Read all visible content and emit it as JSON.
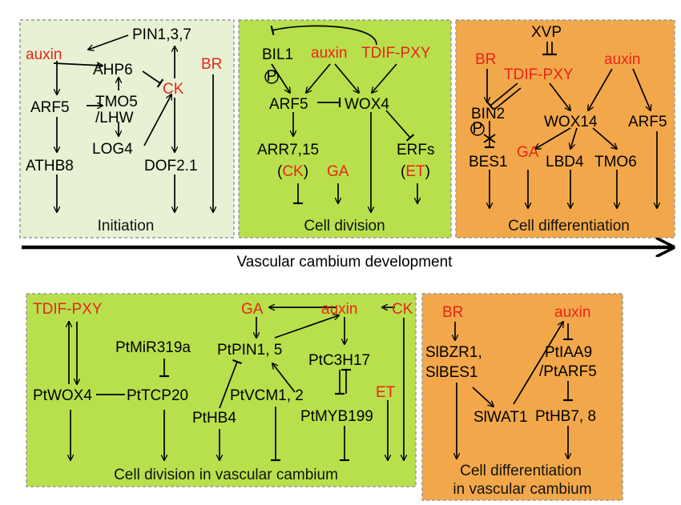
{
  "colors": {
    "panel_light_green": "#e6f2d3",
    "panel_green": "#b8e04c",
    "panel_orange": "#f2a84a",
    "red_label": "#e8241c",
    "border_dash": "#9a9a9a"
  },
  "timeline": {
    "label": "Vascular cambium development"
  },
  "panels": {
    "initiation": {
      "caption": "Initiation",
      "nodes": {
        "pin": "PIN1,3,7",
        "auxin": "auxin",
        "ahp6": "AHP6",
        "ck": "CK",
        "br": "BR",
        "arf5": "ARF5",
        "tmo5": "TMO5",
        "lhw": "/LHW",
        "log4": "LOG4",
        "athb8": "ATHB8",
        "dof": "DOF2.1"
      }
    },
    "cell_division": {
      "caption": "Cell division",
      "nodes": {
        "bil1": "BIL1",
        "p": "P",
        "auxin": "auxin",
        "tdif": "TDIF-PXY",
        "arf5": "ARF5",
        "wox4": "WOX4",
        "arr": "ARR7,15",
        "ck_open": "(",
        "ck": "CK",
        "ck_close": ")",
        "ga": "GA",
        "erfs": "ERFs",
        "et_open": "(",
        "et": "ET",
        "et_close": ")"
      }
    },
    "cell_differentiation": {
      "caption": "Cell differentiation",
      "nodes": {
        "xvp": "XVP",
        "br": "BR",
        "tdif": "TDIF-PXY",
        "auxin": "auxin",
        "bin2": "BIN2",
        "p": "P",
        "wox14": "WOX14",
        "arf5": "ARF5",
        "bes1": "BES1",
        "ga": "GA",
        "lbd4": "LBD4",
        "tmo6": "TMO6"
      }
    },
    "poplar_division": {
      "caption": "Cell division in vascular cambium",
      "nodes": {
        "tdif": "TDIF-PXY",
        "ga": "GA",
        "auxin": "auxin",
        "ck": "CK",
        "mir": "PtMiR319a",
        "pin": "PtPIN1, 5",
        "c3h17": "PtC3H17",
        "wox4": "PtWOX4",
        "tcp20": "PtTCP20",
        "vcm": "PtVCM1, 2",
        "et": "ET",
        "hb4": "PtHB4",
        "myb199": "PtMYB199"
      }
    },
    "tomato_differentiation": {
      "caption_line1": "Cell differentiation",
      "caption_line2": "in vascular cambium",
      "nodes": {
        "br": "BR",
        "auxin": "auxin",
        "bzr1": "SlBZR1,",
        "bes1": "SlBES1",
        "iaa9": "PtIAA9",
        "arf5": "/PtARF5",
        "wat1": "SlWAT1",
        "hb7": "PtHB7, 8"
      }
    }
  }
}
